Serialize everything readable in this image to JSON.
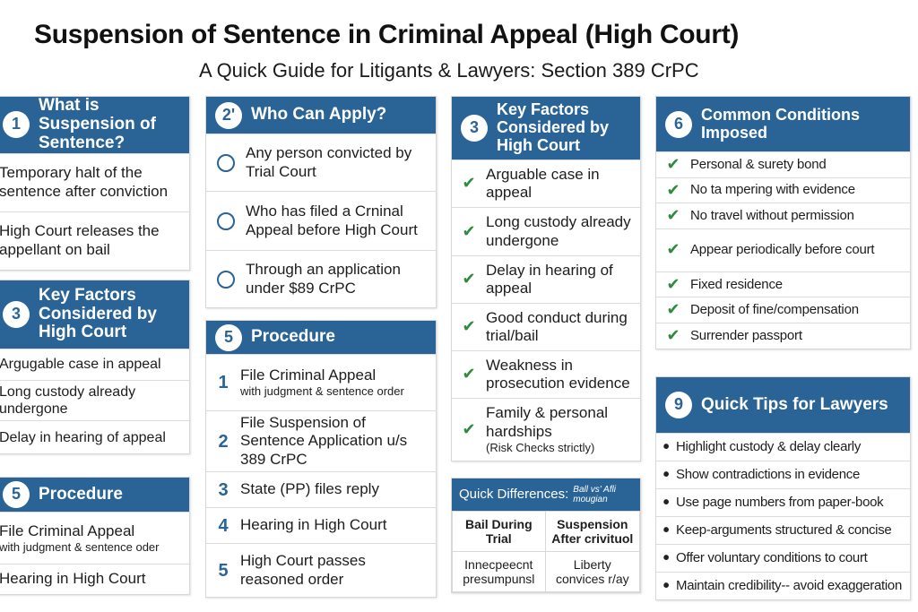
{
  "title": "Suspension of Sentence in Criminal Appeal (High Court)",
  "subtitle": "A Quick Guide for Litigants & Lawyers: Section 389 CrPC",
  "colors": {
    "header": "#2a6496",
    "check": "#2e8b3e"
  },
  "cards": [
    {
      "id": "what",
      "num": "1",
      "title": "What is Suspension of Sentence?",
      "marker": "none",
      "items": [
        {
          "text": "Temporary halt of the sentence after conviction"
        },
        {
          "text": "High Court releases the appellant on bail"
        }
      ]
    },
    {
      "id": "factors-left",
      "num": "3",
      "title": "Key Factors Considered by High Court",
      "marker": "none",
      "items": [
        {
          "text": "Argugable case in appeal"
        },
        {
          "text": "Long custody already undergone"
        },
        {
          "text": "Delay in hearing of appeal"
        }
      ]
    },
    {
      "id": "procedure-left",
      "num": "5",
      "title": "Procedure",
      "marker": "none",
      "items": [
        {
          "text": "File Criminal Appeal",
          "sub": "with judgment & sentence oder"
        },
        {
          "text": "Hearing in High Court"
        }
      ]
    },
    {
      "id": "who",
      "num": "2'",
      "title": "Who Can Apply?",
      "marker": "circle",
      "items": [
        {
          "text": "Any person convicted by Trial Court"
        },
        {
          "text": "Who has filed a Crninal Appeal before High Court"
        },
        {
          "text": "Through an application under $89 CrPC"
        }
      ]
    },
    {
      "id": "procedure",
      "num": "5",
      "title": "Procedure",
      "marker": "number",
      "items": [
        {
          "n": "1",
          "text": "File Criminal Appeal",
          "sub": "with judgment & sentence order"
        },
        {
          "n": "2",
          "text": "File Suspension of Sentence Application u/s 389 CrPC"
        },
        {
          "n": "3",
          "text": "State (PP) files reply"
        },
        {
          "n": "4",
          "text": "Hearing in High Court"
        },
        {
          "n": "5",
          "text": "High Court passes reasoned order"
        }
      ]
    },
    {
      "id": "factors",
      "num": "3",
      "title": "Key Factors Considered by High Court",
      "marker": "check",
      "items": [
        {
          "text": "Arguable case in appeal"
        },
        {
          "text": "Long custody already undergone"
        },
        {
          "text": "Delay in hearing of appeal"
        },
        {
          "text": "Good conduct during trial/bail"
        },
        {
          "text": "Weakness in prosecution evidence"
        },
        {
          "text": "Family & personal hardships",
          "sub": "(Risk Checks strictly)"
        }
      ]
    },
    {
      "id": "conditions",
      "num": "6",
      "title": "Common Conditions Imposed",
      "marker": "check",
      "items": [
        {
          "text": "Personal & surety bond"
        },
        {
          "text": "No ta mpering with evidence"
        },
        {
          "text": "No travel without permission"
        },
        {
          "text": "Appear periodically before court"
        },
        {
          "text": "Fixed residence"
        },
        {
          "text": "Deposit of fine/compensation"
        },
        {
          "text": "Surrender passport"
        }
      ]
    },
    {
      "id": "tips",
      "num": "9",
      "title": "Quick Tips for Lawyers",
      "marker": "dot",
      "items": [
        {
          "text": "Highlight custody & delay clearly"
        },
        {
          "text": "Show contradictions in evidence"
        },
        {
          "text": "Use page numbers from paper-book"
        },
        {
          "text": "Keep-arguments structured & concise"
        },
        {
          "text": "Offer voluntary conditions to court"
        },
        {
          "text": "Maintain credibility-- avoid exaggeration"
        }
      ]
    }
  ],
  "differences": {
    "title": "Quick Differences:",
    "title_small": "Ball vs' Afli mougian",
    "headers": [
      "Bail During Trial",
      "Suspension After crivituol"
    ],
    "row": [
      "Innecpeecnt presumpunsl",
      "Liberty convices r/ay"
    ]
  }
}
